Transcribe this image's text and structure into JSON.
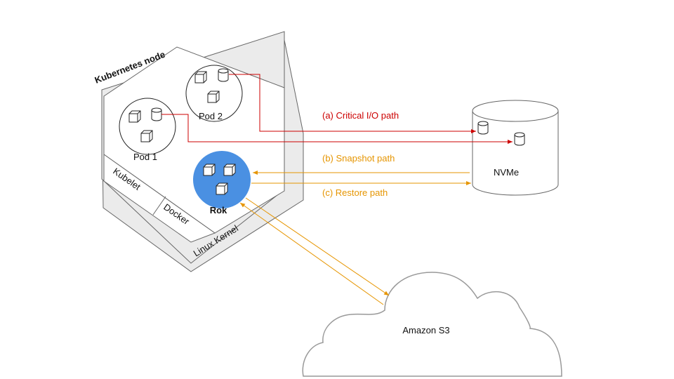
{
  "node": {
    "title": "Kubernetes node",
    "pod1_label": "Pod 1",
    "pod2_label": "Pod 2",
    "kubelet_label": "Kubelet",
    "docker_label": "Docker",
    "kernel_label": "Linux Kernel",
    "rok_label": "Rok"
  },
  "paths": {
    "critical": "(a) Critical I/O path",
    "snapshot": "(b) Snapshot path",
    "restore": "(c) Restore path"
  },
  "storage": {
    "nvme_label": "NVMe",
    "s3_label": "Amazon S3"
  },
  "colors": {
    "critical": "#cc0000",
    "snapshot": "#e69500",
    "rok": "#4a90e2",
    "node_fill": "#ebebeb",
    "outline": "#666666"
  }
}
